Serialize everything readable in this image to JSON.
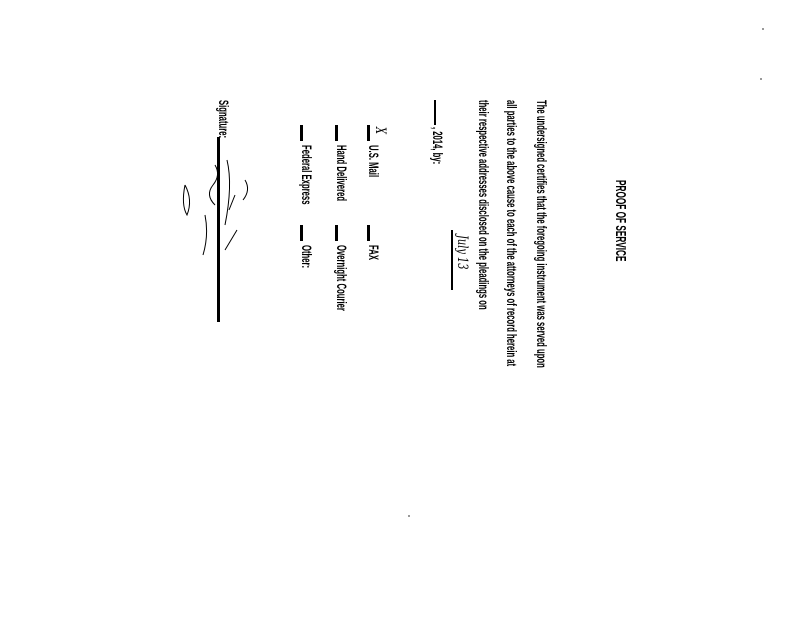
{
  "document": {
    "title": "PROOF OF SERVICE",
    "paragraph": [
      "The undersigned certifies that the foregoing instrument was served upon",
      "all parties to the above cause to each of the attorneys of record herein at",
      "their respective addresses disclosed on the pleadings on"
    ],
    "date_handwritten": "July 13",
    "year_line": ", 2014, by:",
    "options": [
      {
        "label": "U.S. Mail",
        "checked": true,
        "mark": "X"
      },
      {
        "label": "Hand Delivered",
        "checked": false
      },
      {
        "label": "Federal Express",
        "checked": false
      },
      {
        "label": "FAX",
        "checked": false
      },
      {
        "label": "Overnight Courier",
        "checked": false
      },
      {
        "label": "Other:",
        "checked": false
      }
    ],
    "signature_label": "Signature:"
  }
}
